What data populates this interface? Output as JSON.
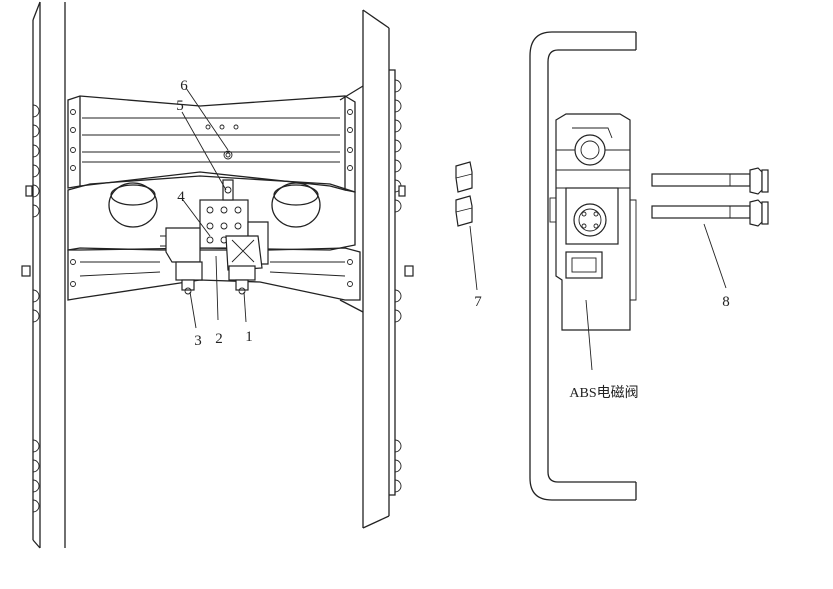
{
  "callouts": {
    "c1": "1",
    "c2": "2",
    "c3": "3",
    "c4": "4",
    "c5": "5",
    "c6": "6",
    "c7": "7",
    "c8": "8"
  },
  "valve_caption": "ABS电磁阀",
  "icons": {
    "frame": "chassis-frame-drawing",
    "valve": "abs-valve-drawing",
    "bolt": "bolt-drawing",
    "nut": "nut-drawing",
    "hose": "hose-drawing"
  }
}
